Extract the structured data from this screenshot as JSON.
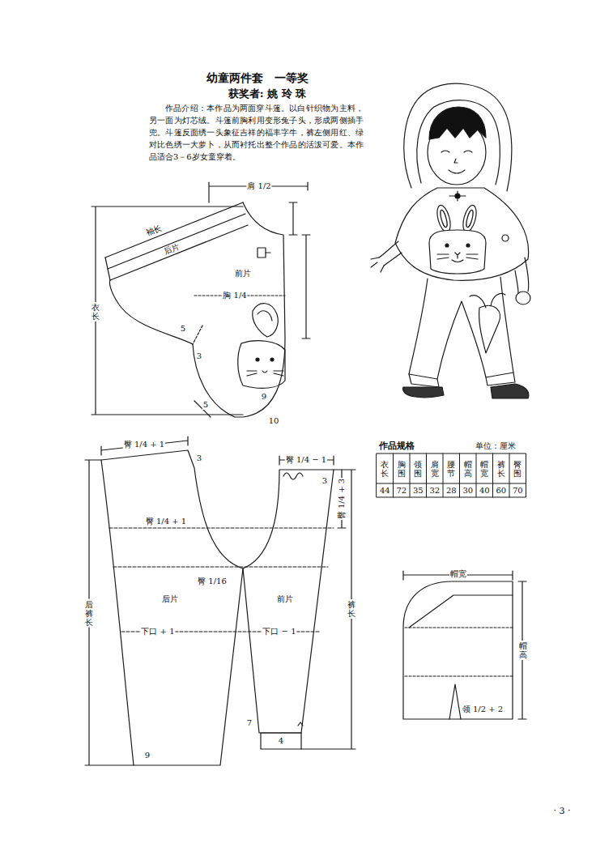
{
  "diagram": {
    "title": "幼童两件套　一等奖",
    "labels": [
      "获奖者: 姚 玲 珠",
      "作品介绍：本作品为两面穿斗篷。以白针织物为主料，另一面为灯芯绒。斗篷前胸利用变形兔子头，形成两侧插手兜。斗篷反面绣一头象征吉祥的福丰字牛，裤左侧用红、绿对比色绣一大萝卜，从而衬托出整个作品的活泼可爱。本作品适合3－6岁女童穿着。",
      "肩 1/2",
      "袖长",
      "后片",
      "前片",
      "衣长",
      "胸 1/4",
      "5",
      "3",
      "5",
      "9",
      "10",
      "臀 1/4 + 1",
      "3",
      "臀 1/4 − 1",
      "3",
      "臀 1/4 + 1",
      "臀 1/16",
      "后片",
      "前片",
      "下口 + 1",
      "下口 − 1",
      "后裤长",
      "裤长",
      "臀 1/4 + 3",
      "7",
      "4",
      "9",
      "作品规格",
      "单位：厘米",
      "衣长",
      "胸围",
      "领围",
      "肩宽",
      "腰节",
      "帽高",
      "帽宽",
      "裤长",
      "臀围",
      "44",
      "72",
      "35",
      "32",
      "28",
      "30",
      "40",
      "60",
      "70",
      "帽宽",
      "帽高",
      "领 1/2 + 2",
      "· 3 ·"
    ]
  }
}
